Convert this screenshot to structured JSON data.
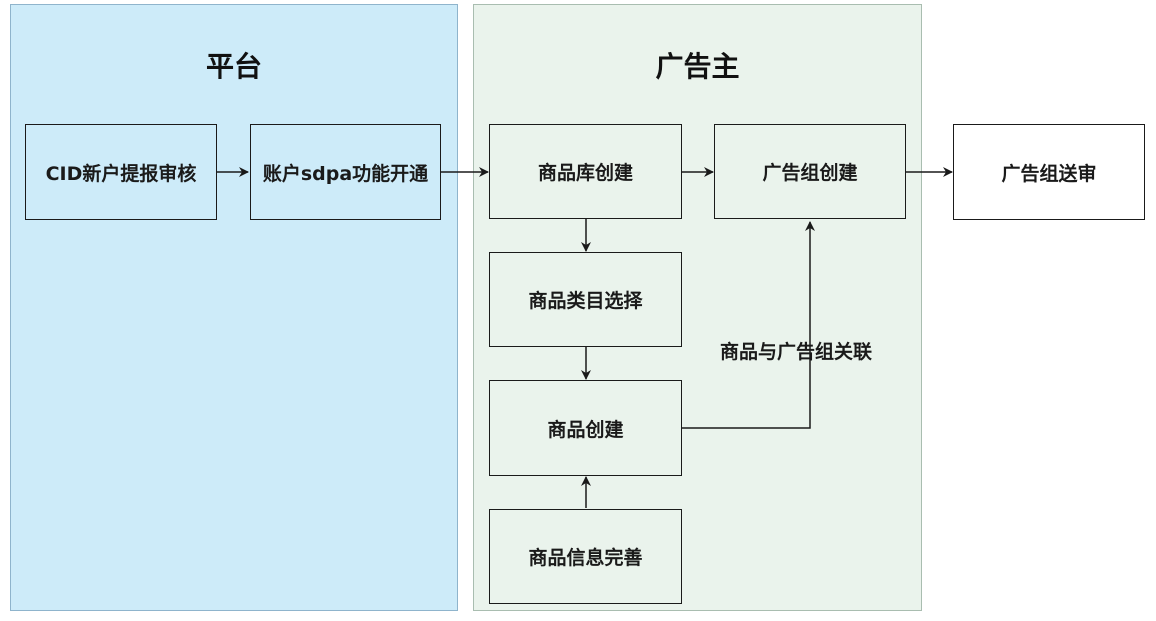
{
  "colors": {
    "platform_lane_fill": "#cdebf9",
    "platform_lane_border": "#8fb4cc",
    "advertiser_lane_fill": "#eaf3ec",
    "advertiser_lane_border": "#a9bdb0",
    "node_fill_platform": "#cdebf9",
    "node_fill_advertiser": "#eaf3ec",
    "node_fill_outside": "#ffffff",
    "stroke": "#1a1a1a"
  },
  "lanes": {
    "platform": {
      "title": "平台"
    },
    "advertiser": {
      "title": "广告主"
    }
  },
  "nodes": {
    "cid_review": "CID新户提报审核",
    "sdpa_open": "账户sdpa功能开通",
    "catalog_create": "商品库创建",
    "adgroup_create": "广告组创建",
    "adgroup_submit": "广告组送审",
    "category_select": "商品类目选择",
    "product_create": "商品创建",
    "product_info": "商品信息完善"
  },
  "edge_labels": {
    "product_adgroup_link": "商品与广告组关联"
  }
}
